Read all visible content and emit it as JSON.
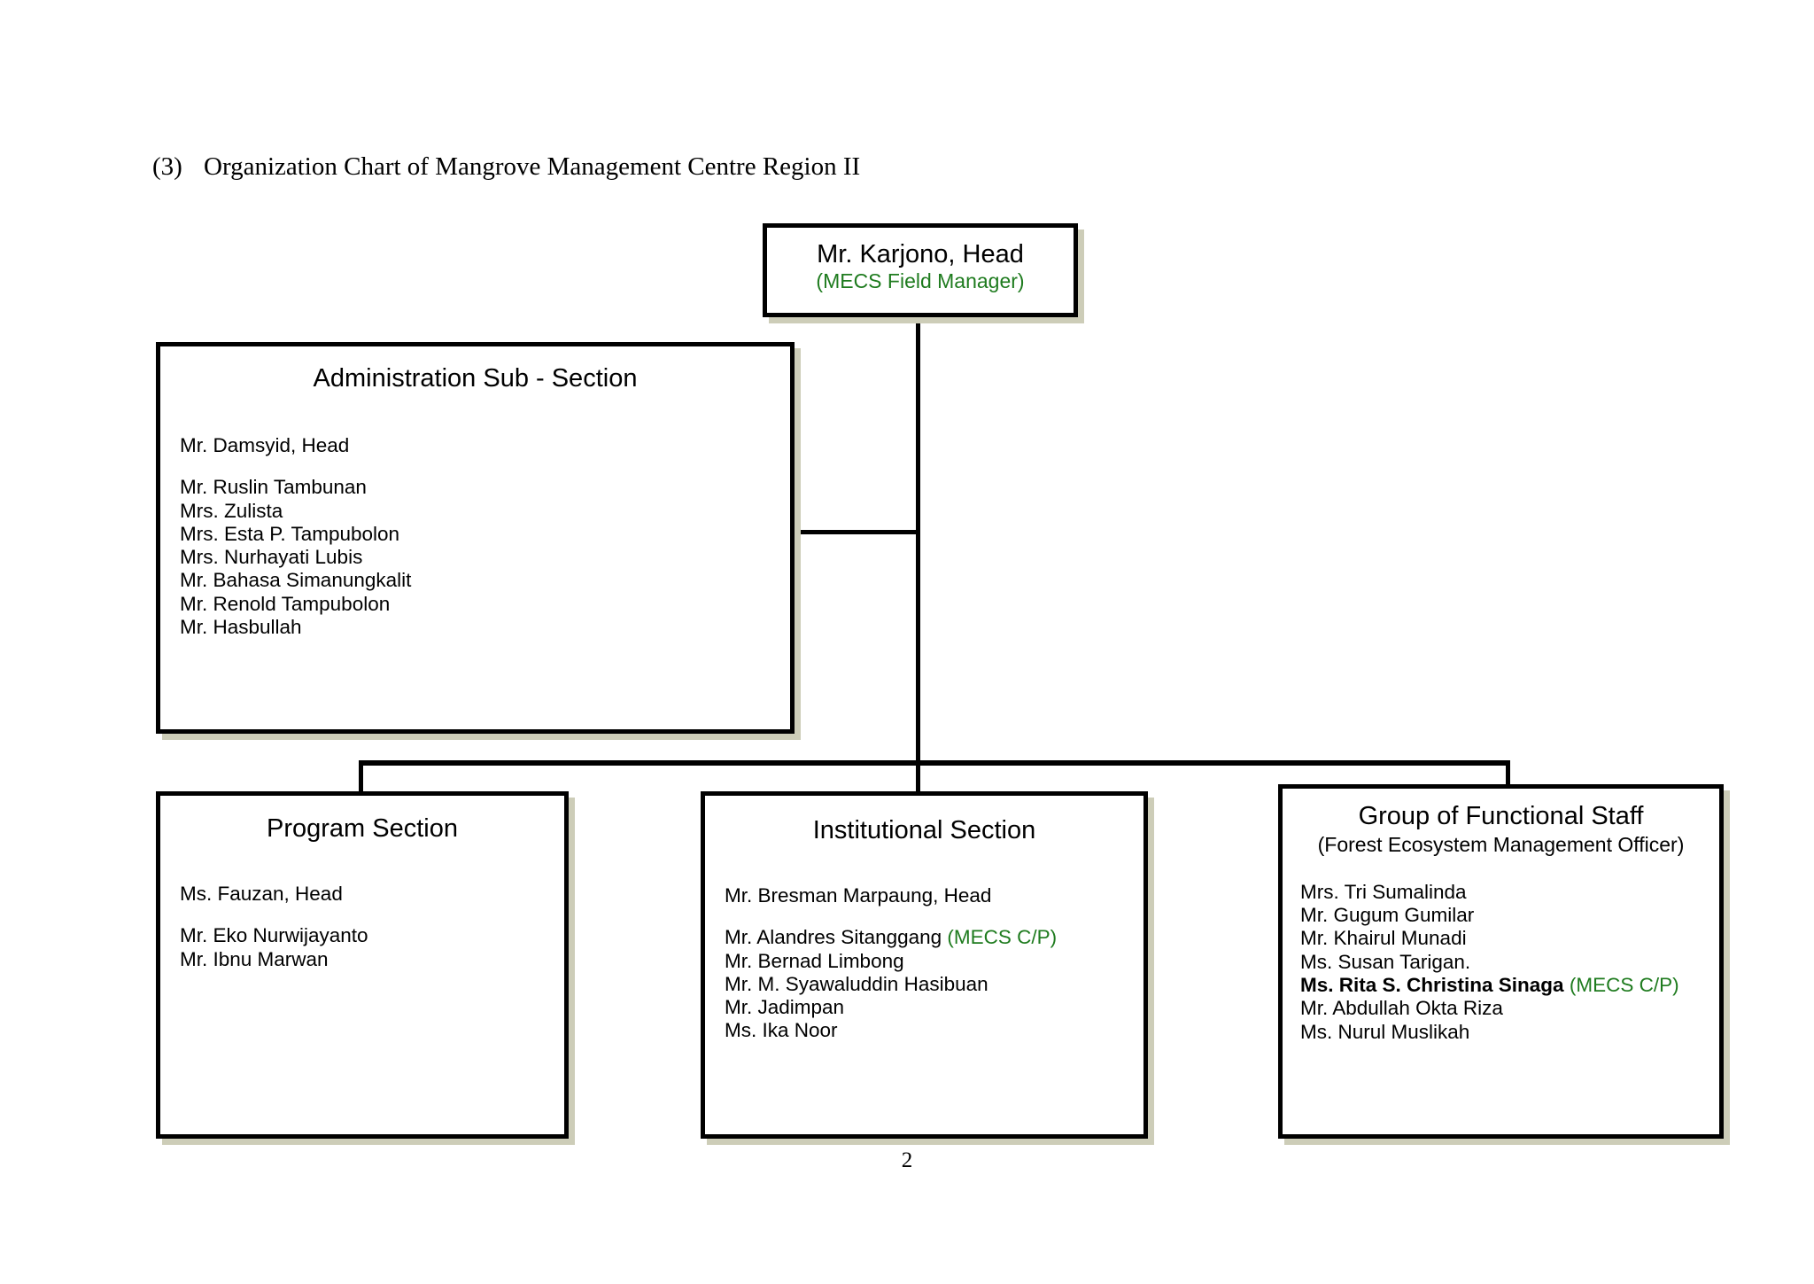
{
  "document": {
    "section_number": "(3)",
    "heading": "Organization Chart of Mangrove Management Centre Region II",
    "page_number": "2"
  },
  "colors": {
    "annotation_green": "#1e7b1e",
    "border_black": "#000000",
    "shadow_olive": "#cdcdb8",
    "background": "#ffffff"
  },
  "chart_data": {
    "type": "diagram",
    "title": "Organization Chart of Mangrove Management Centre Region II",
    "nodes": [
      {
        "id": "head",
        "title": "Mr. Karjono, Head",
        "subtitle": "(MECS Field Manager)",
        "subtitle_color": "green",
        "staff": []
      },
      {
        "id": "administration",
        "title": "Administration Sub - Section",
        "subtitle": "",
        "head": "Mr. Damsyid, Head",
        "staff": [
          "Mr. Ruslin Tambunan",
          "Mrs. Zulista",
          "Mrs. Esta P. Tampubolon",
          "Mrs. Nurhayati Lubis",
          "Mr. Bahasa Simanungkalit",
          "Mr. Renold Tampubolon",
          "Mr. Hasbullah"
        ]
      },
      {
        "id": "program",
        "title": "Program Section",
        "subtitle": "",
        "head": "Ms. Fauzan, Head",
        "staff": [
          "Mr. Eko Nurwijayanto",
          "Mr. Ibnu Marwan"
        ]
      },
      {
        "id": "institutional",
        "title": "Institutional Section",
        "subtitle": "",
        "head": "Mr. Bresman Marpaung, Head",
        "staff": [
          "Mr. Alandres Sitanggang",
          "Mr. Bernad Limbong",
          "Mr. M. Syawaluddin Hasibuan",
          "Mr. Jadimpan",
          "Ms. Ika Noor"
        ]
      },
      {
        "id": "functional",
        "title": "Group of Functional Staff",
        "subtitle": "(Forest Ecosystem Management Officer)",
        "head": "",
        "staff": [
          "Mrs. Tri Sumalinda",
          "Mr. Gugum Gumilar",
          "Mr. Khairul Munadi",
          "Ms. Susan Tarigan.",
          "Ms. Rita S. Christina Sinaga",
          "Mr. Abdullah Okta Riza",
          "Ms. Nurul Muslikah"
        ]
      }
    ],
    "edges": [
      {
        "from": "head",
        "to": "administration"
      },
      {
        "from": "head",
        "to": "program"
      },
      {
        "from": "head",
        "to": "institutional"
      },
      {
        "from": "head",
        "to": "functional"
      }
    ]
  },
  "head_box": {
    "title": "Mr. Karjono, Head",
    "subtitle": "(MECS Field Manager)"
  },
  "administration_box": {
    "title": "Administration Sub - Section",
    "head": "Mr. Damsyid, Head",
    "staff": [
      {
        "name": "Mr. Ruslin Tambunan",
        "note": "",
        "bold": false
      },
      {
        "name": "Mrs. Zulista",
        "note": "",
        "bold": false
      },
      {
        "name": "Mrs. Esta P. Tampubolon",
        "note": "",
        "bold": false
      },
      {
        "name": "Mrs. Nurhayati Lubis",
        "note": "",
        "bold": false
      },
      {
        "name": "Mr. Bahasa Simanungkalit",
        "note": "",
        "bold": false
      },
      {
        "name": "Mr. Renold Tampubolon",
        "note": "",
        "bold": false
      },
      {
        "name": "Mr. Hasbullah",
        "note": "",
        "bold": false
      }
    ]
  },
  "program_box": {
    "title": "Program Section",
    "head": "Ms. Fauzan, Head",
    "staff": [
      {
        "name": "Mr. Eko Nurwijayanto",
        "note": "",
        "bold": false
      },
      {
        "name": "Mr. Ibnu Marwan",
        "note": "",
        "bold": false
      }
    ]
  },
  "institutional_box": {
    "title": "Institutional Section",
    "head": "Mr. Bresman Marpaung, Head",
    "staff": [
      {
        "name": "Mr. Alandres Sitanggang",
        "note": "(MECS C/P)",
        "bold": false
      },
      {
        "name": "Mr. Bernad Limbong",
        "note": "",
        "bold": false
      },
      {
        "name": "Mr. M. Syawaluddin Hasibuan",
        "note": "",
        "bold": false
      },
      {
        "name": "Mr. Jadimpan",
        "note": "",
        "bold": false
      },
      {
        "name": "Ms. Ika Noor",
        "note": "",
        "bold": false
      }
    ]
  },
  "functional_box": {
    "title": "Group of Functional Staff",
    "subtitle": "(Forest Ecosystem Management Officer)",
    "head": "",
    "staff": [
      {
        "name": "Mrs. Tri Sumalinda",
        "note": "",
        "bold": false
      },
      {
        "name": "Mr. Gugum Gumilar",
        "note": "",
        "bold": false
      },
      {
        "name": "Mr. Khairul Munadi",
        "note": "",
        "bold": false
      },
      {
        "name": "Ms. Susan Tarigan.",
        "note": "",
        "bold": false
      },
      {
        "name": "Ms. Rita S. Christina Sinaga",
        "note": "(MECS C/P)",
        "bold": true
      },
      {
        "name": "Mr. Abdullah Okta Riza",
        "note": "",
        "bold": false
      },
      {
        "name": "Ms. Nurul Muslikah",
        "note": "",
        "bold": false
      }
    ]
  }
}
